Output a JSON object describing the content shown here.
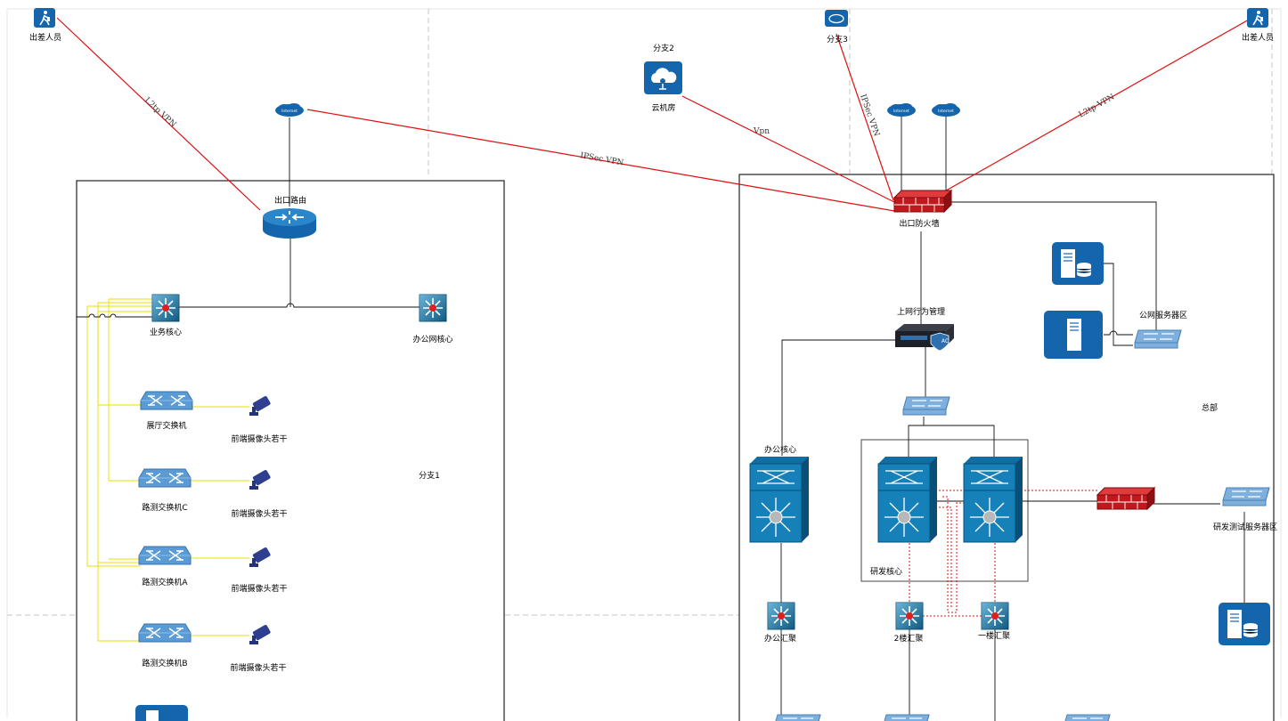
{
  "labels": {
    "traveler_left": "出差人员",
    "traveler_right": "出差人员",
    "branch2": "分支2",
    "cloud_room": "云机房",
    "branch3": "分支3",
    "internet_1": "Internet",
    "internet_2": "Internet",
    "internet_3": "Internet",
    "exit_router": "出口路由",
    "business_core": "业务核心",
    "office_net_core": "办公网核心",
    "hall_switch": "展厅交换机",
    "lab_switch_c": "路测交换机C",
    "lab_switch_a": "路测交换机A",
    "lab_switch_b": "路测交换机B",
    "cameras": "前端摄像头若干",
    "branch1": "分支1",
    "exit_firewall": "出口防火墙",
    "behavior_mgmt": "上网行为管理",
    "ac_badge": "AC",
    "public_server_zone": "公网服务器区",
    "hq": "总部",
    "office_core": "办公核心",
    "rd_core": "研发核心",
    "rd_test_server_zone": "研发测试服务器区",
    "office_aggregation": "办公汇聚",
    "floor2_aggregation": "2楼汇聚",
    "floor1_aggregation": "一楼汇聚"
  },
  "links": {
    "l2tp_left": "L2tp VPN",
    "l2tp_right": "L2tp VPN",
    "ipsec_main": "IPSec VPN",
    "ipsec_branch3": "IPSec VPN",
    "vpn_cloud": "Vpn"
  },
  "colors": {
    "vpn_line": "#e01010",
    "trunk_line": "#e8e000",
    "link_line": "#000000",
    "device_blue": "#1e6fa8",
    "switch_light": "#5b9bd5",
    "firewall_red": "#c0181c",
    "camera_navy": "#2e3f8f"
  },
  "icons": {
    "traveler": "traveler-icon",
    "cloud": "cloud-icon",
    "internet": "internet-cloud-icon",
    "router": "router-icon",
    "firewall": "firewall-icon",
    "ac_appliance": "ac-appliance-icon",
    "core_switch": "core-switch-icon",
    "workgroup_switch": "workgroup-switch-icon",
    "camera": "camera-icon",
    "server": "server-icon"
  }
}
